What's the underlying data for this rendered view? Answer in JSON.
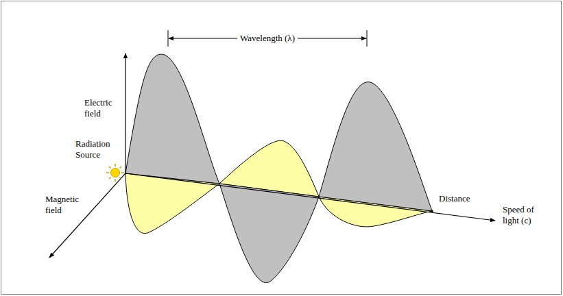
{
  "diagram": {
    "labels": [
      "Wavelength (λ)",
      "Electric field",
      "Radiation Source",
      "Magnetic field",
      "Distance",
      "Speed of light (c)"
    ]
  }
}
